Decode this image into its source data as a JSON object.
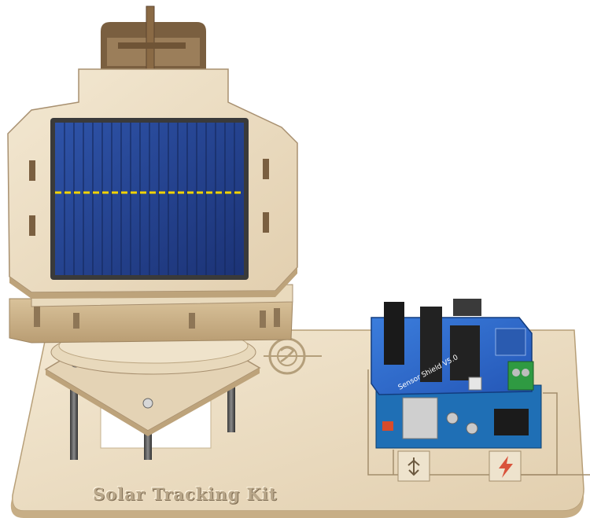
{
  "product": {
    "engraved_title": "Solar Tracking Kit"
  },
  "board": {
    "shield_label": "Sensor Shield V5.0"
  },
  "icons": {
    "usb": "usb-icon",
    "power": "lightning-icon",
    "logo": "brand-logo-seal"
  },
  "colors": {
    "plywood": "#eadcc1",
    "plywood_edge": "#b79f78",
    "solar_cell": "#23418f",
    "solar_busbar": "#f2d300",
    "shield_blue": "#2f6fd1",
    "terminal_green": "#2f9a42"
  }
}
